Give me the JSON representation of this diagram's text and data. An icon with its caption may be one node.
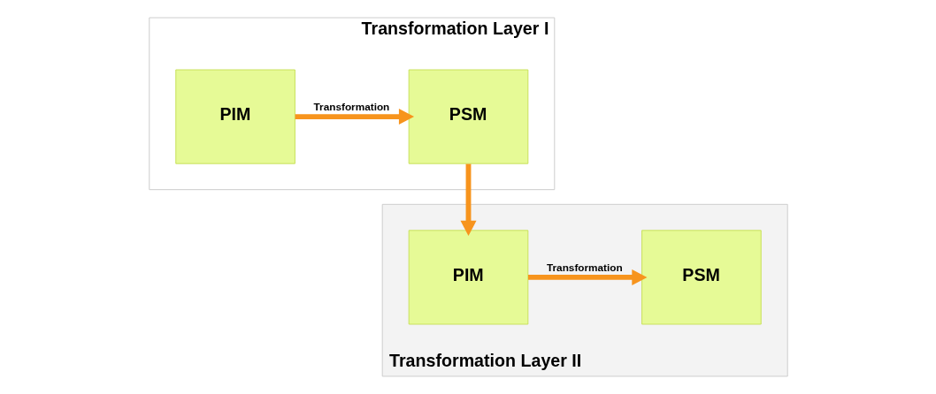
{
  "diagram": {
    "nodes": [
      {
        "text": [
          "Transformation Layer I"
        ]
      },
      {
        "text": [
          "PIM"
        ],
        "in": 0
      },
      {
        "text": [
          "PSM"
        ],
        "in": 0
      },
      {
        "text": [
          "Transformation Layer II"
        ]
      },
      {
        "text": [
          "PIM"
        ],
        "in": 3
      },
      {
        "text": [
          "PSM"
        ],
        "in": 3
      }
    ],
    "edges": [
      {
        "from": 1,
        "to": 2,
        "arrow": "to",
        "label": "Transformation"
      },
      {
        "from": 2,
        "to": 4,
        "arrow": "to"
      },
      {
        "from": 4,
        "to": 5,
        "arrow": "to",
        "label": "Transformation"
      }
    ]
  }
}
